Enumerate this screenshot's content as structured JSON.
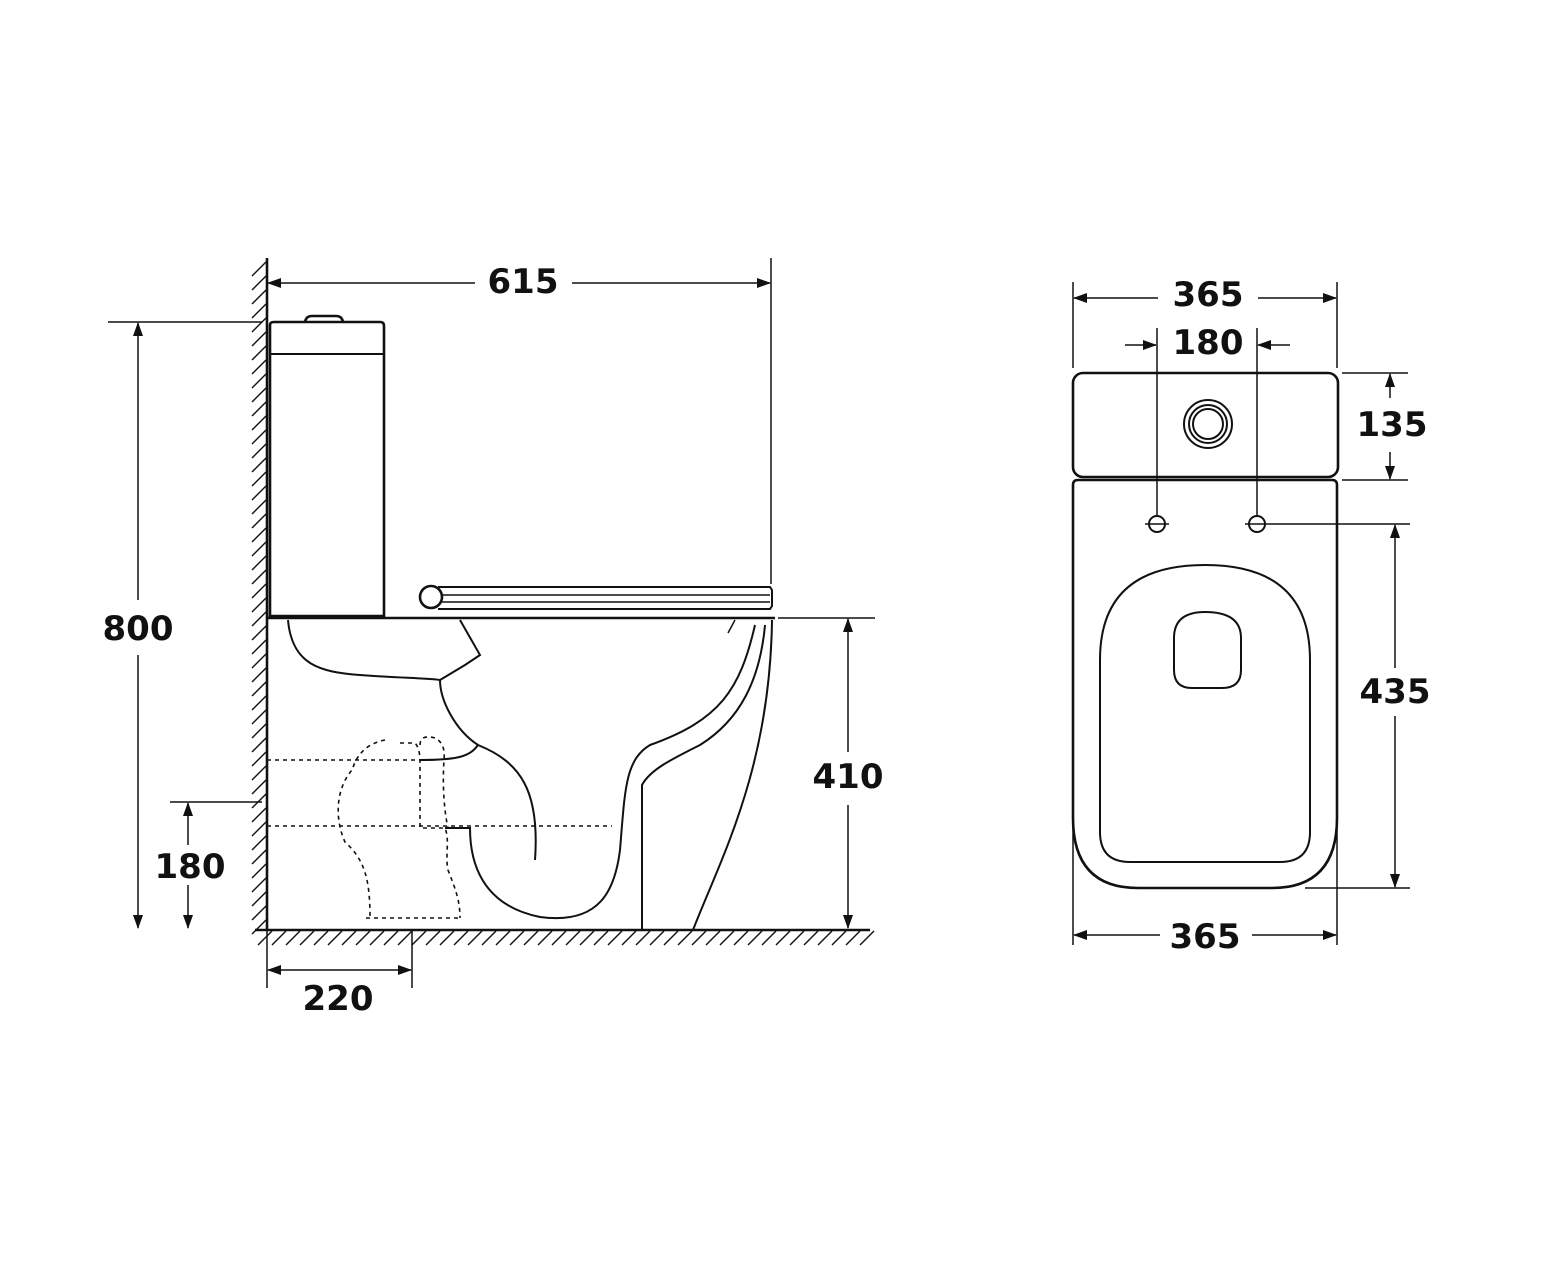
{
  "side_view": {
    "overall_length": "615",
    "overall_height": "800",
    "seat_height": "410",
    "outlet_height": "180",
    "outlet_setback": "220"
  },
  "top_view": {
    "width_top": "365",
    "hole_spacing": "180",
    "cistern_depth": "135",
    "fixing_to_front": "435",
    "width_bottom": "365"
  },
  "icons": [
    "flush-button-icon",
    "fixing-hole-icon"
  ],
  "colors": {
    "line": "#111111",
    "background": "#ffffff"
  }
}
